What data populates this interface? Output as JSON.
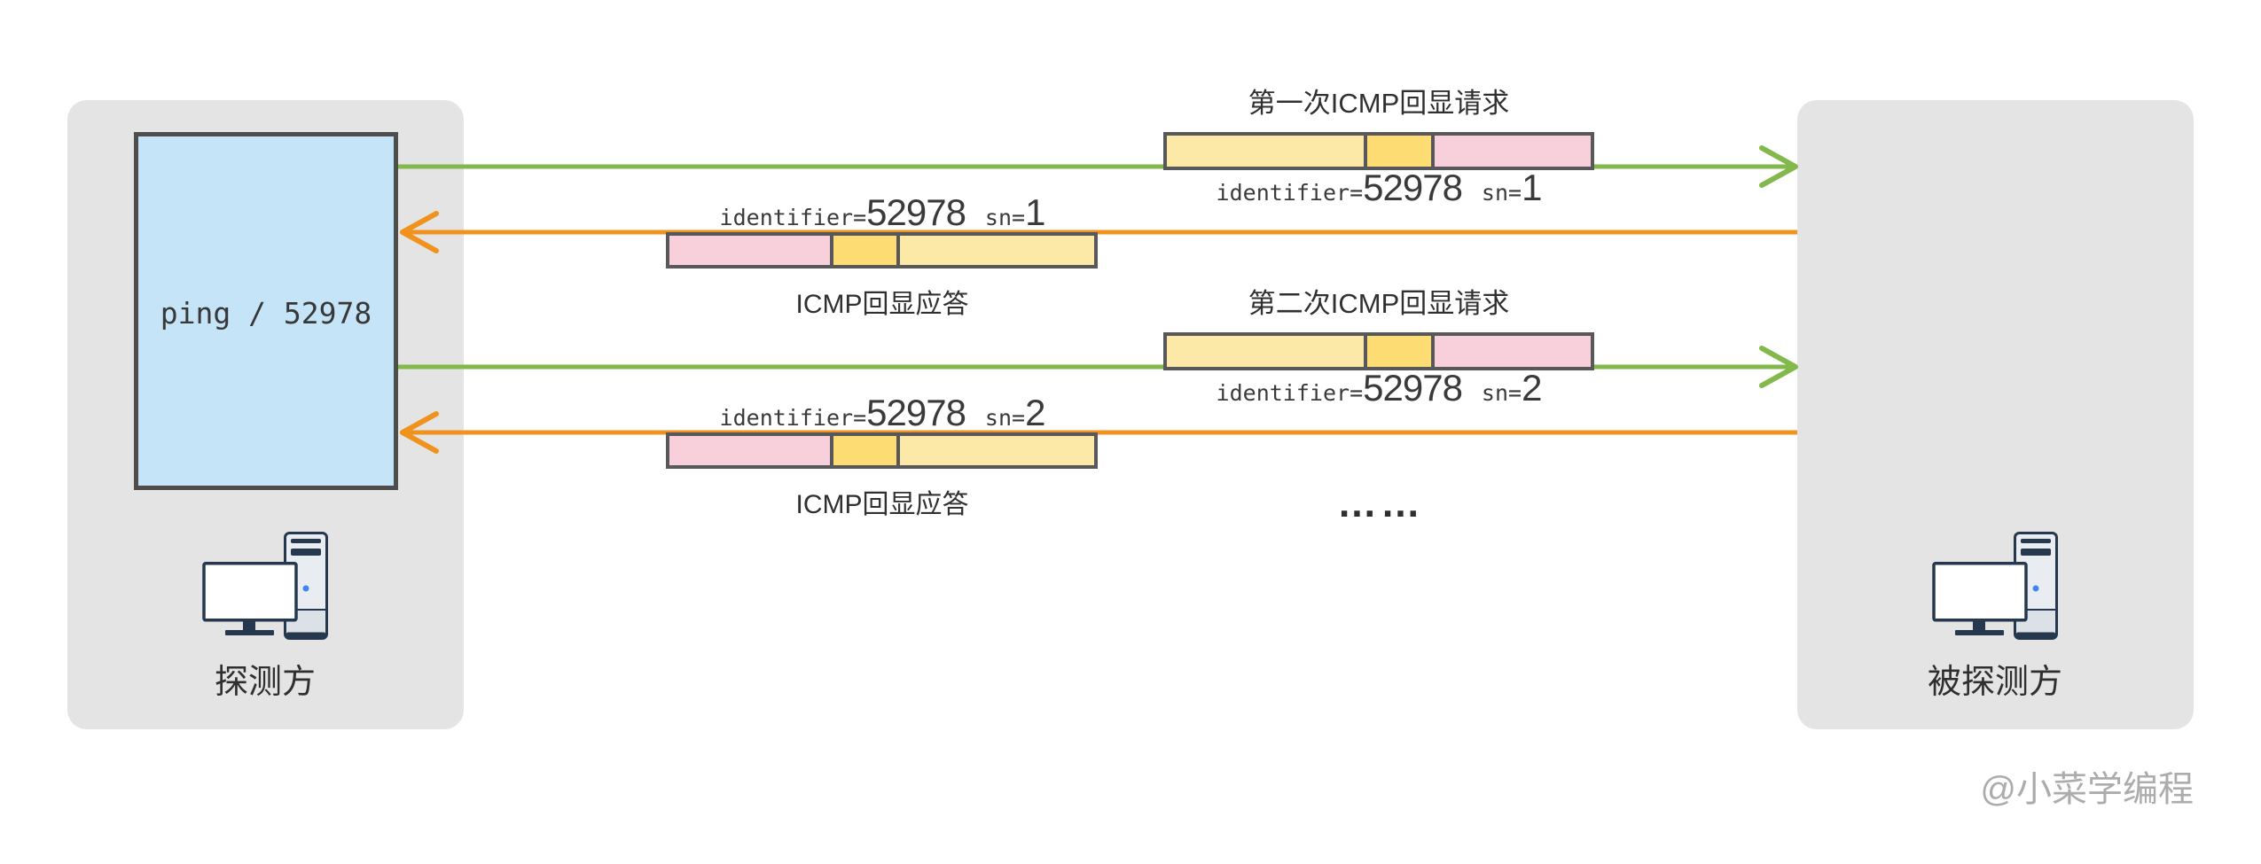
{
  "diagram_title_implicit": "ICMP ping exchange diagram",
  "left_party": {
    "name": "探测方",
    "process": "ping / 52978"
  },
  "right_party": {
    "name": "被探测方"
  },
  "flows": [
    {
      "kind": "request",
      "title": "第一次ICMP回显请求",
      "id_label": "identifier=",
      "id_value": "52978",
      "sn_label": "sn=",
      "sn_value": "1"
    },
    {
      "kind": "reply",
      "caption": "ICMP回显应答",
      "id_label": "identifier=",
      "id_value": "52978",
      "sn_label": "sn=",
      "sn_value": "1"
    },
    {
      "kind": "request",
      "title": "第二次ICMP回显请求",
      "id_label": "identifier=",
      "id_value": "52978",
      "sn_label": "sn=",
      "sn_value": "2"
    },
    {
      "kind": "reply",
      "caption": "ICMP回显应答",
      "id_label": "identifier=",
      "id_value": "52978",
      "sn_label": "sn=",
      "sn_value": "2"
    }
  ],
  "ellipsis": "……",
  "watermark": "@小菜学编程",
  "colors": {
    "request_arrow": "#82b84c",
    "reply_arrow": "#f0931e",
    "packet_segment_yellow": "#fce9a8",
    "packet_segment_gold": "#fddc74",
    "packet_segment_pink": "#f8d0dc",
    "packet_border": "#58585a",
    "process_box_fill": "#c6e4f7",
    "process_box_border": "#4d4d4d",
    "party_box_fill": "#e4e4e4",
    "computer_icon_navy": "#25384d",
    "computer_icon_dot": "#4285f4",
    "watermark_gray": "#acacac"
  }
}
